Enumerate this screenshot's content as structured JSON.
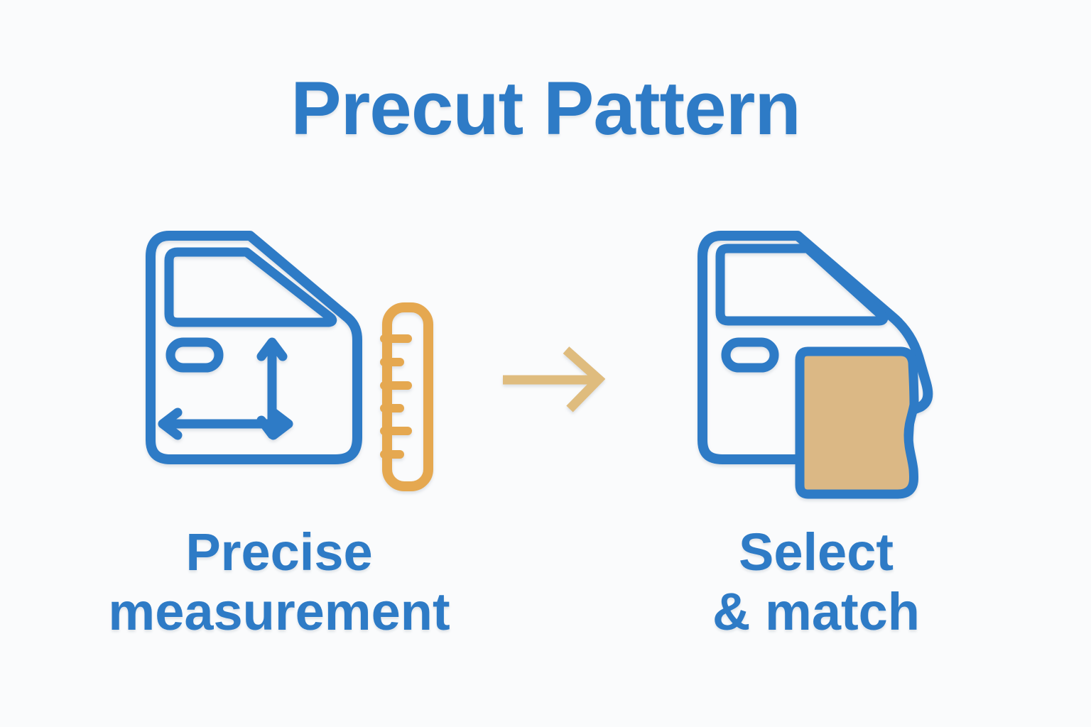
{
  "title": "Precut Pattern",
  "steps": [
    {
      "id": "precise-measurement",
      "icon": "car-door-measure-icon",
      "label_line1": "Precise",
      "label_line2": "measurement"
    },
    {
      "id": "select-match",
      "icon": "car-door-pattern-icon",
      "label_line1": "Select",
      "label_line2": "& match"
    }
  ],
  "flow": {
    "arrow_icon": "right-arrow-icon"
  },
  "colors": {
    "accent_blue": "#2E7BC6",
    "ruler_gold": "#E5A850",
    "pattern_tan": "#DBB885",
    "arrow_tan": "#DFBC7E",
    "background": "#FAFBFC"
  }
}
